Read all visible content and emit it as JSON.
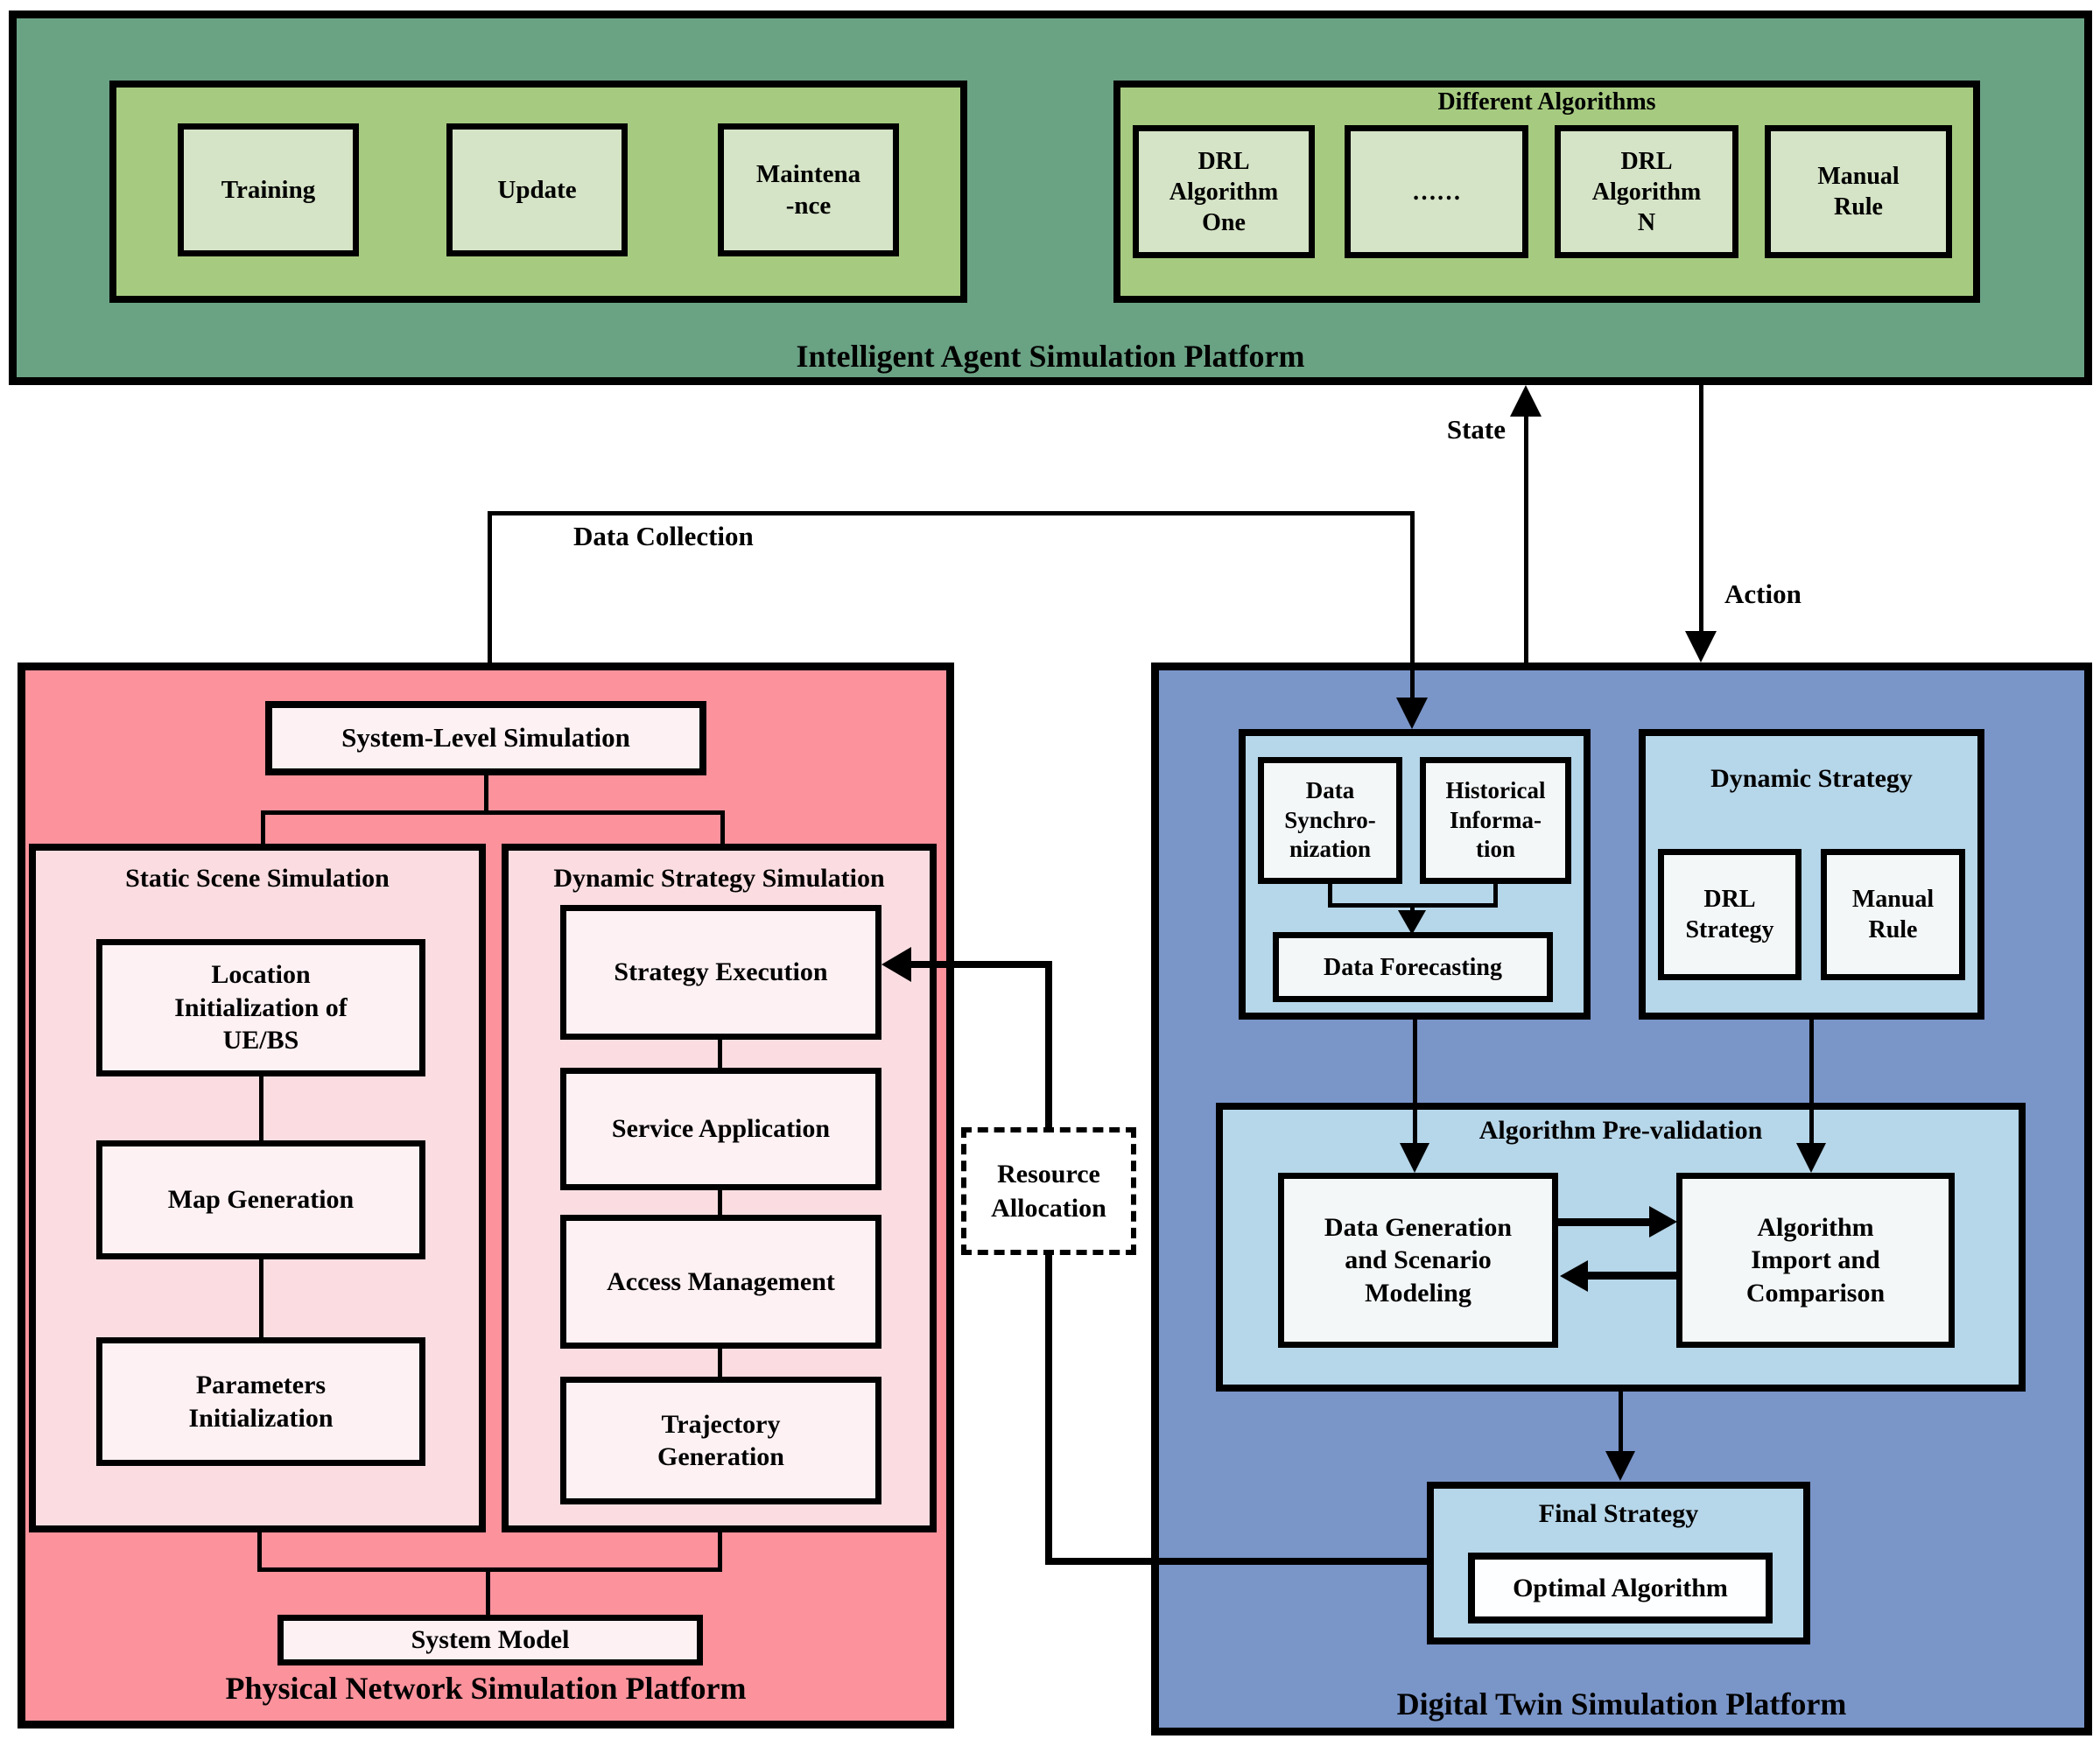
{
  "agent_platform": {
    "title": "Intelligent Agent Simulation Platform",
    "lifecycle": {
      "boxes": [
        "Training",
        "Update",
        "Maintena\n-nce"
      ]
    },
    "algorithms": {
      "title": "Different Algorithms",
      "boxes": [
        "DRL\nAlgorithm\nOne",
        "……",
        "DRL\nAlgorithm\nN",
        "Manual\nRule"
      ]
    }
  },
  "flows": {
    "state": "State",
    "action": "Action",
    "data_collection": "Data Collection",
    "resource_allocation": "Resource\nAllocation"
  },
  "physical": {
    "title": "Physical Network Simulation Platform",
    "system_level": "System-Level Simulation",
    "static": {
      "title": "Static Scene Simulation",
      "boxes": [
        "Location\nInitialization of\nUE/BS",
        "Map Generation",
        "Parameters\nInitialization"
      ]
    },
    "dynamic": {
      "title": "Dynamic Strategy Simulation",
      "boxes": [
        "Strategy Execution",
        "Service Application",
        "Access Management",
        "Trajectory\nGeneration"
      ]
    },
    "system_model": "System Model"
  },
  "twin": {
    "title": "Digital Twin Simulation Platform",
    "data_module": {
      "boxes": [
        "Data\nSynchro-\nnization",
        "Historical\nInforma-\ntion"
      ],
      "forecasting": "Data Forecasting"
    },
    "dynamic_strategy": {
      "title": "Dynamic Strategy",
      "boxes": [
        "DRL\nStrategy",
        "Manual\nRule"
      ]
    },
    "prevalidation": {
      "title": "Algorithm Pre-validation",
      "boxes": [
        "Data Generation\nand Scenario\nModeling",
        "Algorithm\nImport and\nComparison"
      ]
    },
    "final": {
      "title": "Final Strategy",
      "box": "Optimal Algorithm"
    }
  },
  "colors": {
    "green_platform": "#6AA284",
    "green_container": "#A6CB80",
    "green_box": "#D5E3C6",
    "pink_platform": "#FB929C",
    "pink_container": "#FBDDE1",
    "pink_box": "#FEF1F3",
    "blue_platform": "#7A95C8",
    "blue_container": "#B6D6E9",
    "blue_box": "#F4F7F8",
    "line": "#000000"
  }
}
